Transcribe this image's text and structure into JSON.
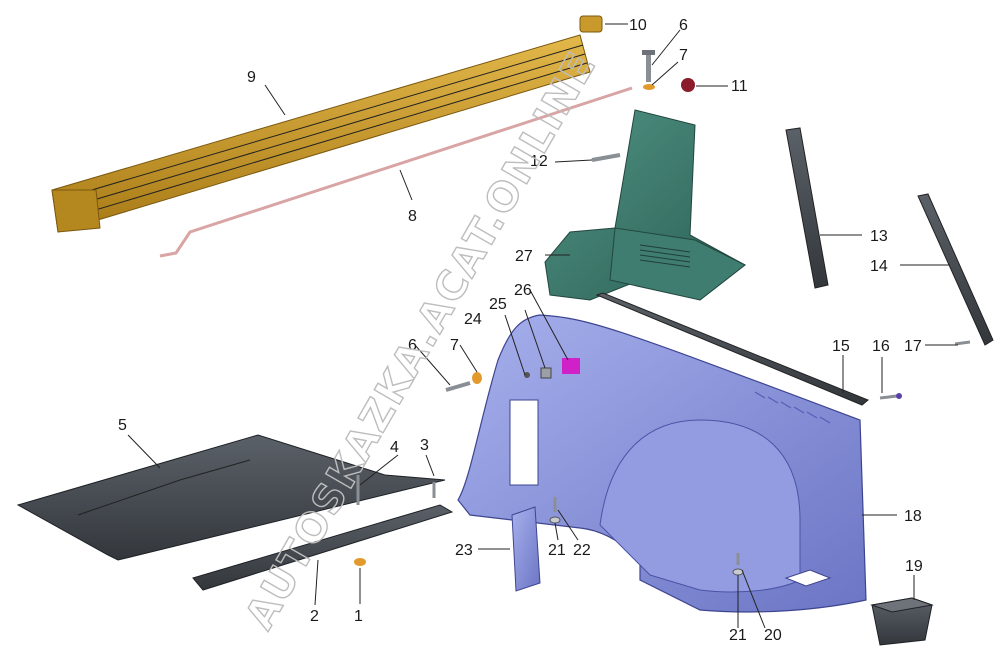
{
  "watermark": "AUTOSKAZKA.ACAT.ONLINE",
  "callouts": {
    "c1": "1",
    "c2": "2",
    "c3": "3",
    "c4": "4",
    "c5": "5",
    "c6a": "6",
    "c6b": "6",
    "c7a": "7",
    "c7b": "7",
    "c8": "8",
    "c9": "9",
    "c10": "10",
    "c11": "11",
    "c12": "12",
    "c13": "13",
    "c14": "14",
    "c15": "15",
    "c16": "16",
    "c17": "17",
    "c18": "18",
    "c19": "19",
    "c20": "20",
    "c21a": "21",
    "c21b": "21",
    "c22": "22",
    "c23": "23",
    "c24": "24",
    "c25": "25",
    "c26": "26",
    "c27": "27"
  },
  "colors": {
    "mat_gold": "#c99a2b",
    "bracket_green": "#3f7d70",
    "trim_blue": "#8490d8",
    "dark_grey": "#4a4f55",
    "rod_pink": "#d9a4a4",
    "clip_red": "#8b1a2a",
    "label_magenta": "#d021c8",
    "washer_orange": "#e39a2c"
  }
}
